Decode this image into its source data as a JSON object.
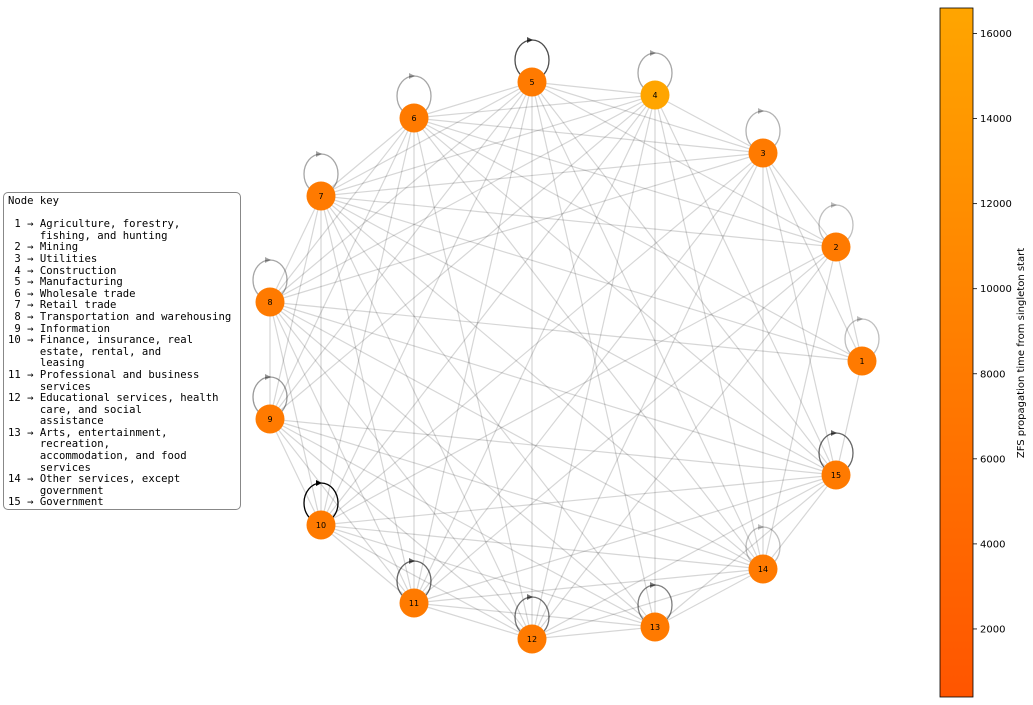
{
  "legend": {
    "title": "Node key",
    "entries": [
      {
        "id": 1,
        "text": " 1 → Agriculture, forestry,\n     fishing, and hunting"
      },
      {
        "id": 2,
        "text": " 2 → Mining"
      },
      {
        "id": 3,
        "text": " 3 → Utilities"
      },
      {
        "id": 4,
        "text": " 4 → Construction"
      },
      {
        "id": 5,
        "text": " 5 → Manufacturing"
      },
      {
        "id": 6,
        "text": " 6 → Wholesale trade"
      },
      {
        "id": 7,
        "text": " 7 → Retail trade"
      },
      {
        "id": 8,
        "text": " 8 → Transportation and warehousing"
      },
      {
        "id": 9,
        "text": " 9 → Information"
      },
      {
        "id": 10,
        "text": "10 → Finance, insurance, real\n     estate, rental, and\n     leasing"
      },
      {
        "id": 11,
        "text": "11 → Professional and business\n     services"
      },
      {
        "id": 12,
        "text": "12 → Educational services, health\n     care, and social\n     assistance"
      },
      {
        "id": 13,
        "text": "13 → Arts, entertainment,\n     recreation,\n     accommodation, and food\n     services"
      },
      {
        "id": 14,
        "text": "14 → Other services, except\n     government"
      },
      {
        "id": 15,
        "text": "15 → Government"
      }
    ]
  },
  "colorbar": {
    "label": "ZFS propagation time from singleton start",
    "ticks": [
      "2000",
      "4000",
      "6000",
      "8000",
      "10000",
      "12000",
      "14000",
      "16000"
    ],
    "tick_values": [
      2000,
      4000,
      6000,
      8000,
      10000,
      12000,
      14000,
      16000
    ],
    "min": 400,
    "max": 16600,
    "color_low": "#ff5500",
    "color_high": "#ffa500"
  },
  "graph": {
    "nodes": [
      {
        "id": 1,
        "label": "1",
        "value": 7800,
        "self_loop_opacity": 0.25
      },
      {
        "id": 2,
        "label": "2",
        "value": 7800,
        "self_loop_opacity": 0.25
      },
      {
        "id": 3,
        "label": "3",
        "value": 7800,
        "self_loop_opacity": 0.3
      },
      {
        "id": 4,
        "label": "4",
        "value": 16600,
        "self_loop_opacity": 0.35
      },
      {
        "id": 5,
        "label": "5",
        "value": 7800,
        "self_loop_opacity": 0.7
      },
      {
        "id": 6,
        "label": "6",
        "value": 7800,
        "self_loop_opacity": 0.35
      },
      {
        "id": 7,
        "label": "7",
        "value": 7800,
        "self_loop_opacity": 0.35
      },
      {
        "id": 8,
        "label": "8",
        "value": 7800,
        "self_loop_opacity": 0.35
      },
      {
        "id": 9,
        "label": "9",
        "value": 7800,
        "self_loop_opacity": 0.4
      },
      {
        "id": 10,
        "label": "10",
        "value": 7800,
        "self_loop_opacity": 1.0
      },
      {
        "id": 11,
        "label": "11",
        "value": 7800,
        "self_loop_opacity": 0.6
      },
      {
        "id": 12,
        "label": "12",
        "value": 7800,
        "self_loop_opacity": 0.55
      },
      {
        "id": 13,
        "label": "13",
        "value": 7800,
        "self_loop_opacity": 0.5
      },
      {
        "id": 14,
        "label": "14",
        "value": 7800,
        "self_loop_opacity": 0.25
      },
      {
        "id": 15,
        "label": "15",
        "value": 7800,
        "self_loop_opacity": 0.6
      }
    ],
    "edges": [
      [
        1,
        2
      ],
      [
        1,
        8
      ],
      [
        1,
        15
      ],
      [
        1,
        3
      ],
      [
        1,
        6
      ],
      [
        1,
        7
      ],
      [
        2,
        3
      ],
      [
        2,
        5
      ],
      [
        2,
        6
      ],
      [
        2,
        7
      ],
      [
        2,
        11
      ],
      [
        2,
        10
      ],
      [
        2,
        14
      ],
      [
        2,
        12
      ],
      [
        3,
        4
      ],
      [
        3,
        5
      ],
      [
        3,
        6
      ],
      [
        3,
        7
      ],
      [
        3,
        8
      ],
      [
        3,
        10
      ],
      [
        3,
        11
      ],
      [
        3,
        12
      ],
      [
        3,
        14
      ],
      [
        3,
        15
      ],
      [
        4,
        5
      ],
      [
        4,
        6
      ],
      [
        4,
        7
      ],
      [
        4,
        8
      ],
      [
        4,
        9
      ],
      [
        4,
        10
      ],
      [
        4,
        11
      ],
      [
        4,
        12
      ],
      [
        4,
        13
      ],
      [
        4,
        14
      ],
      [
        4,
        15
      ],
      [
        5,
        6
      ],
      [
        5,
        7
      ],
      [
        5,
        8
      ],
      [
        5,
        9
      ],
      [
        5,
        10
      ],
      [
        5,
        11
      ],
      [
        5,
        12
      ],
      [
        5,
        13
      ],
      [
        5,
        14
      ],
      [
        5,
        15
      ],
      [
        6,
        7
      ],
      [
        6,
        8
      ],
      [
        6,
        9
      ],
      [
        6,
        10
      ],
      [
        6,
        11
      ],
      [
        6,
        12
      ],
      [
        6,
        14
      ],
      [
        6,
        15
      ],
      [
        7,
        8
      ],
      [
        7,
        9
      ],
      [
        7,
        10
      ],
      [
        7,
        11
      ],
      [
        7,
        12
      ],
      [
        7,
        13
      ],
      [
        7,
        14
      ],
      [
        7,
        15
      ],
      [
        8,
        9
      ],
      [
        8,
        10
      ],
      [
        8,
        11
      ],
      [
        8,
        12
      ],
      [
        8,
        13
      ],
      [
        8,
        14
      ],
      [
        8,
        15
      ],
      [
        9,
        10
      ],
      [
        9,
        11
      ],
      [
        9,
        12
      ],
      [
        9,
        13
      ],
      [
        9,
        14
      ],
      [
        9,
        15
      ],
      [
        10,
        11
      ],
      [
        10,
        12
      ],
      [
        10,
        13
      ],
      [
        10,
        14
      ],
      [
        10,
        15
      ],
      [
        11,
        12
      ],
      [
        11,
        13
      ],
      [
        11,
        14
      ],
      [
        11,
        15
      ],
      [
        12,
        13
      ],
      [
        12,
        14
      ],
      [
        12,
        15
      ],
      [
        13,
        14
      ],
      [
        13,
        15
      ],
      [
        14,
        15
      ]
    ]
  }
}
